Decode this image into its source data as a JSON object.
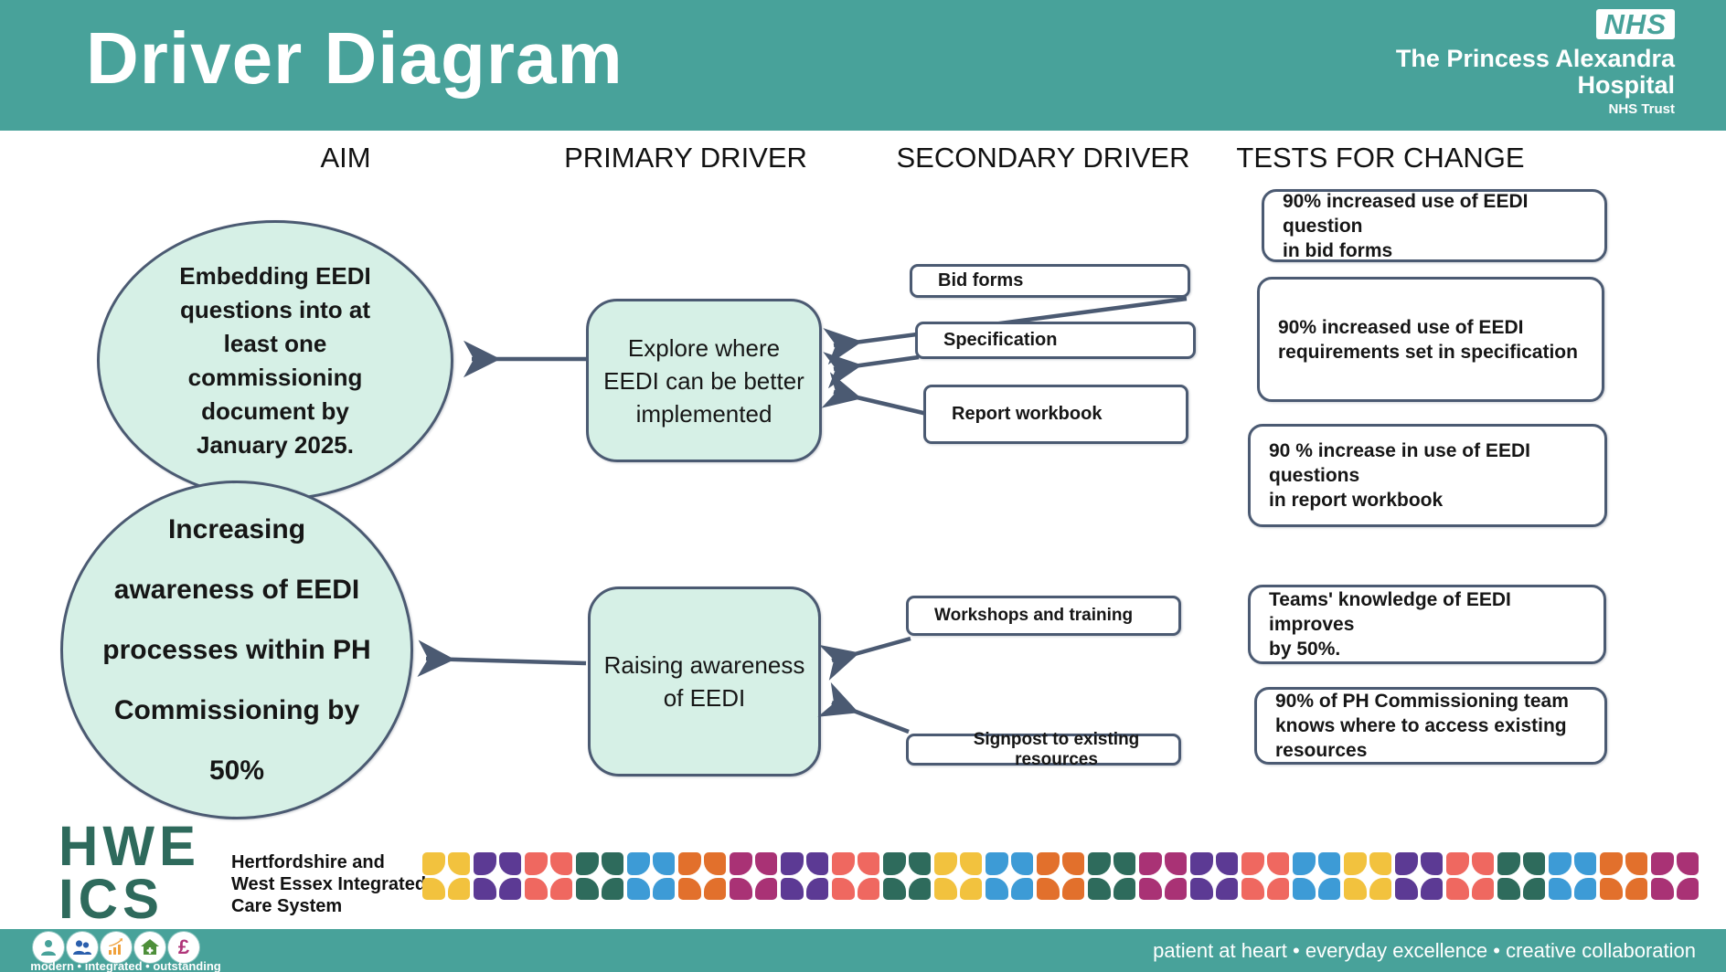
{
  "header": {
    "title": "Driver Diagram",
    "nhs_logo": "NHS",
    "trust_name": "The Princess Alexandra\nHospital",
    "trust_sub": "NHS Trust",
    "bar_color": "#48a29a"
  },
  "columns": [
    {
      "label": "AIM"
    },
    {
      "label": "PRIMARY DRIVER"
    },
    {
      "label": "SECONDARY DRIVER"
    },
    {
      "label": "TESTS FOR CHANGE"
    }
  ],
  "aims": [
    {
      "text": "Embedding EEDI\nquestions into at\nleast one\ncommissioning\ndocument by\nJanuary 2025."
    },
    {
      "text": "Increasing\nawareness of EEDI\nprocesses within PH\nCommissioning by\n50%"
    }
  ],
  "primary_drivers": [
    {
      "text": "Explore where\nEEDI can be better\nimplemented"
    },
    {
      "text": "Raising awareness\nof EEDI"
    }
  ],
  "secondary_drivers": [
    {
      "label": "Bid forms"
    },
    {
      "label": "Specification"
    },
    {
      "label": "Report workbook"
    },
    {
      "label": "Workshops and training"
    },
    {
      "label": "Signpost to existing resources"
    }
  ],
  "tests_for_change": [
    {
      "label": "90% increased use of EEDI question\nin bid forms"
    },
    {
      "label": "90% increased use of EEDI\nrequirements set in specification"
    },
    {
      "label": "90 % increase in use of EEDI questions\nin report workbook"
    },
    {
      "label": "Teams' knowledge of EEDI improves\nby 50%."
    },
    {
      "label": "90% of PH Commissioning team\nknows where to access existing\nresources"
    }
  ],
  "shape_colors": {
    "mint_fill": "#d6f0e6",
    "outline": "#4b5a72",
    "arrow": "#4b5a72"
  },
  "footer": {
    "ics_logo_top": "HWE",
    "ics_logo_bottom": "ICS",
    "ics_logo_color": "#2e6a5c",
    "org_name": "Hertfordshire and\nWest Essex Integrated\nCare System",
    "pattern_colors": [
      "#f2c23e",
      "#5c3a94",
      "#ef6860",
      "#2e6b5c",
      "#3d9bd6",
      "#e2702c",
      "#a93275",
      "#5c3a94",
      "#ef6860",
      "#2e6b5c",
      "#f2c23e",
      "#3d9bd6",
      "#e2702c",
      "#2e6b5c",
      "#a93275",
      "#5c3a94",
      "#ef6860",
      "#3d9bd6",
      "#f2c23e",
      "#5c3a94",
      "#ef6860",
      "#2e6b5c",
      "#3d9bd6",
      "#e2702c",
      "#a93275"
    ],
    "value_icons": [
      "person-icon",
      "people-icon",
      "growth-chart-icon",
      "house-icon",
      "pound-icon"
    ],
    "pound_symbol": "£",
    "values_text": "modern • integrated • outstanding",
    "tagline": "patient at heart • everyday excellence • creative collaboration"
  }
}
